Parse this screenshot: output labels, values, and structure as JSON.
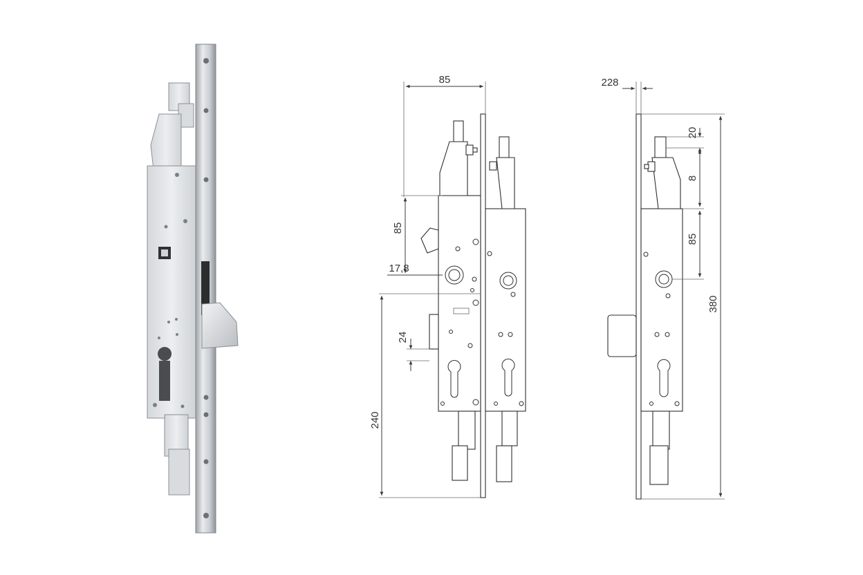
{
  "colors": {
    "line": "#3a3a3a",
    "metal_light": "#e4e6e8",
    "metal_mid": "#c9cdd1",
    "metal_dark": "#9ea3a8",
    "background": "#ffffff"
  },
  "drawing": {
    "front_view": {
      "dim_backset": "85",
      "dim_upper_spacing": "85",
      "dim_spindle": "17,8",
      "dim_lower_spacing": "240",
      "dim_hook_offset": "24"
    },
    "side_view": {
      "dim_faceplate": "228",
      "dim_top_20": "20",
      "dim_top_8": "8",
      "dim_center_85": "85",
      "dim_total_380": "380"
    }
  }
}
